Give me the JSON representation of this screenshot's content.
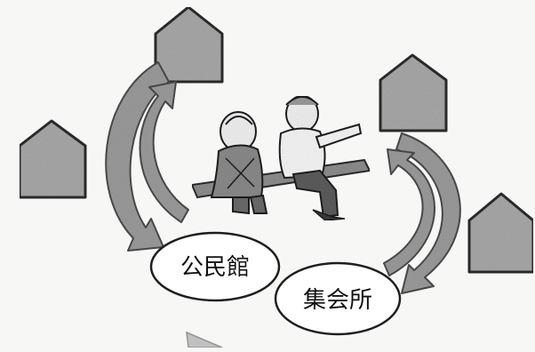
{
  "labels": {
    "community_hall": "公民館",
    "meeting_place": "集会所"
  },
  "colors": {
    "background": "#f7f7f5",
    "house_fill": "#a8a8a8",
    "house_stroke": "#2b2b2b",
    "arrow_fill": "#9b9b9b",
    "arrow_stroke": "#4a4a4a",
    "ellipse_fill": "#ffffff",
    "line": "#1e1e1e",
    "text": "#111111"
  },
  "icons": {
    "house": "house-icon",
    "elderly_people": "elderly-people-on-bench-illustration",
    "arrow": "curved-arrow"
  }
}
